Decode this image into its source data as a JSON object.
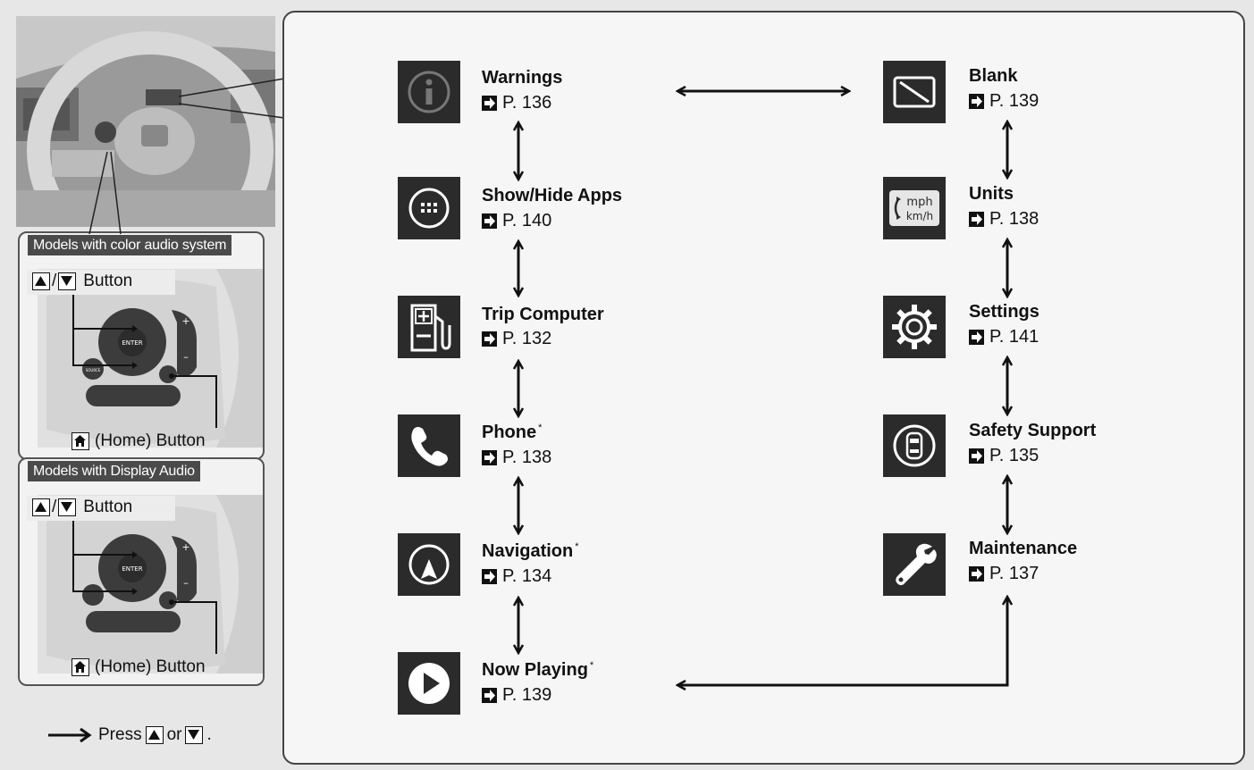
{
  "left_panel": {
    "color_audio_title": "Models with color audio system",
    "display_audio_title": "Models with Display Audio",
    "updown_label": "Button",
    "updown_sep": "/",
    "home_label": "(Home) Button",
    "steering_buttons": {
      "enter": "ENTER",
      "source": "SOURCE",
      "plus": "+",
      "minus": "–"
    },
    "legend_text_1": "Press",
    "legend_text_2": "or",
    "legend_text_3": "."
  },
  "menu_left": [
    {
      "label": "Warnings",
      "star": "",
      "ref": "P. 136",
      "icon": "info-icon"
    },
    {
      "label": "Show/Hide Apps",
      "star": "",
      "ref": "P. 140",
      "icon": "apps-icon"
    },
    {
      "label": "Trip Computer",
      "star": "",
      "ref": "P. 132",
      "icon": "fuel-pump-icon"
    },
    {
      "label": "Phone",
      "star": "*",
      "ref": "P. 138",
      "icon": "phone-icon"
    },
    {
      "label": "Navigation",
      "star": "*",
      "ref": "P. 134",
      "icon": "compass-icon"
    },
    {
      "label": "Now Playing",
      "star": "*",
      "ref": "P. 139",
      "icon": "play-icon"
    }
  ],
  "menu_right": [
    {
      "label": "Blank",
      "ref": "P. 139",
      "icon": "blank-screen-icon"
    },
    {
      "label": "Units",
      "ref": "P. 138",
      "icon": "units-icon",
      "icon_text_1": "mph",
      "icon_text_2": "km/h"
    },
    {
      "label": "Settings",
      "ref": "P. 141",
      "icon": "gear-icon"
    },
    {
      "label": "Safety Support",
      "ref": "P. 135",
      "icon": "car-safety-icon"
    },
    {
      "label": "Maintenance",
      "ref": "P. 137",
      "icon": "wrench-icon"
    }
  ]
}
